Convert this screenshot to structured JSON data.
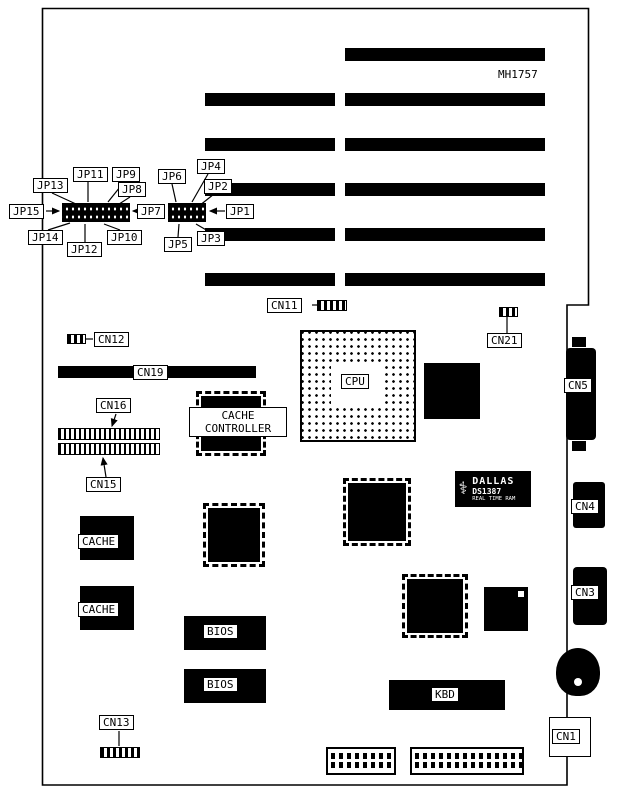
{
  "board": {
    "part_number": "MH1757"
  },
  "jumper_labels": {
    "jp1": "JP1",
    "jp2": "JP2",
    "jp3": "JP3",
    "jp4": "JP4",
    "jp5": "JP5",
    "jp6": "JP6",
    "jp7": "JP7",
    "jp8": "JP8",
    "jp9": "JP9",
    "jp10": "JP10",
    "jp11": "JP11",
    "jp12": "JP12",
    "jp13": "JP13",
    "jp14": "JP14",
    "jp15": "JP15"
  },
  "connector_labels": {
    "cn1": "CN1",
    "cn3": "CN3",
    "cn4": "CN4",
    "cn5": "CN5",
    "cn11": "CN11",
    "cn12": "CN12",
    "cn13": "CN13",
    "cn15": "CN15",
    "cn16": "CN16",
    "cn19": "CN19",
    "cn21": "CN21"
  },
  "chips": {
    "cpu": "CPU",
    "cache_controller_line1": "CACHE",
    "cache_controller_line2": "CONTROLLER",
    "cache1": "CACHE",
    "cache2": "CACHE",
    "bios1": "BIOS",
    "bios2": "BIOS",
    "kbd": "KBD",
    "dallas_line1": "DALLAS",
    "dallas_line2": "DS1387",
    "dallas_line3": "REAL TIME RAM"
  }
}
